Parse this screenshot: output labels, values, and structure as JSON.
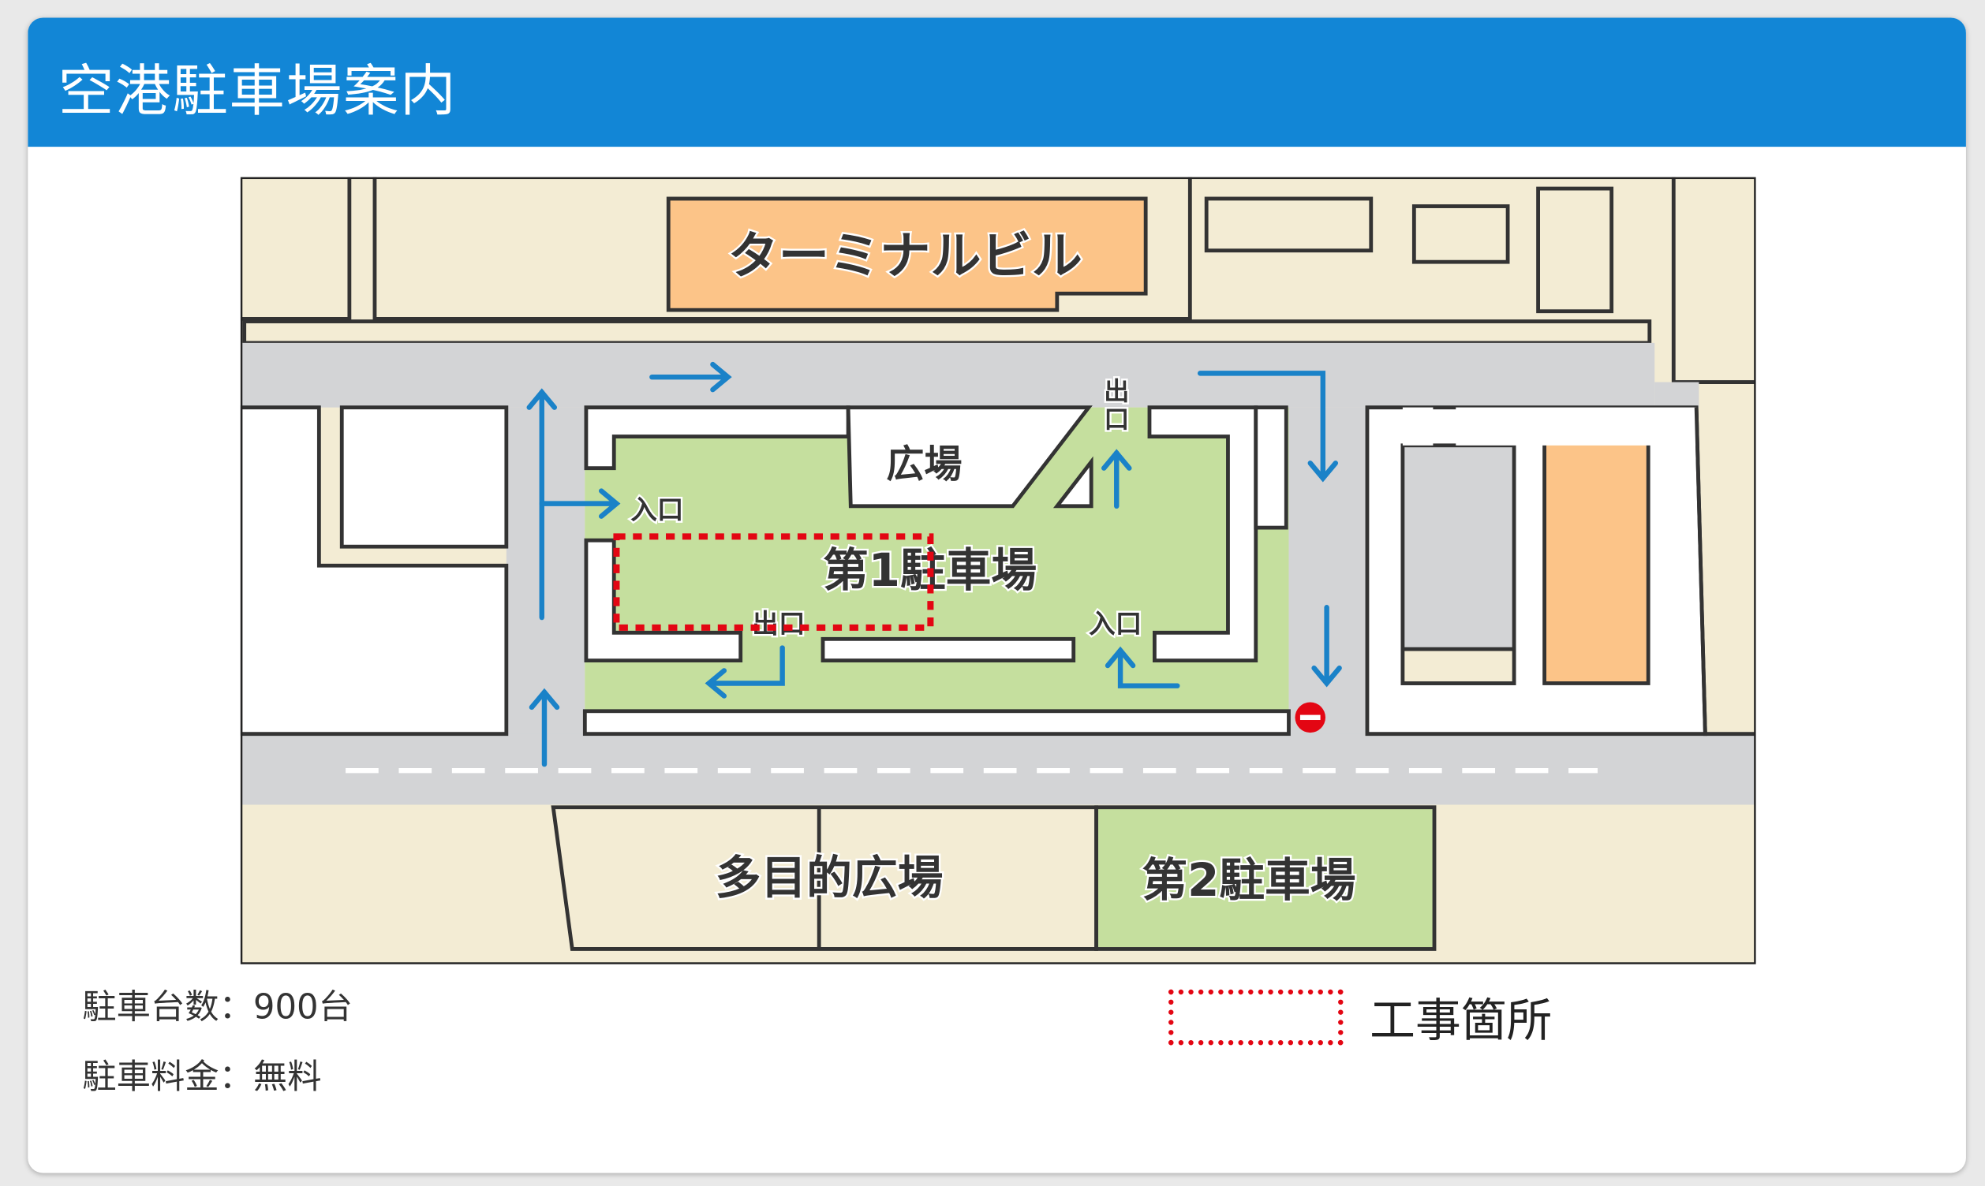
{
  "header": {
    "title": "空港駐車場案内"
  },
  "map": {
    "labels": {
      "terminal": "ターミナルビル",
      "plaza": "広場",
      "parking1": "第1駐車場",
      "parking2": "第2駐車場",
      "multipurpose": "多目的広場",
      "entrance": "入口",
      "exit": "出口",
      "exit_vertical_1": "出",
      "exit_vertical_2": "口"
    },
    "colors": {
      "road": "#d3d4d6",
      "land": "#f3ecd4",
      "parking": "#c5df9e",
      "building": "#fcc488",
      "arrow": "#1a82c8",
      "construction": "#e30613"
    }
  },
  "info": {
    "capacity": "駐車台数：900台",
    "fee": "駐車料金：無料"
  },
  "legend": {
    "construction_label": "工事箇所"
  }
}
